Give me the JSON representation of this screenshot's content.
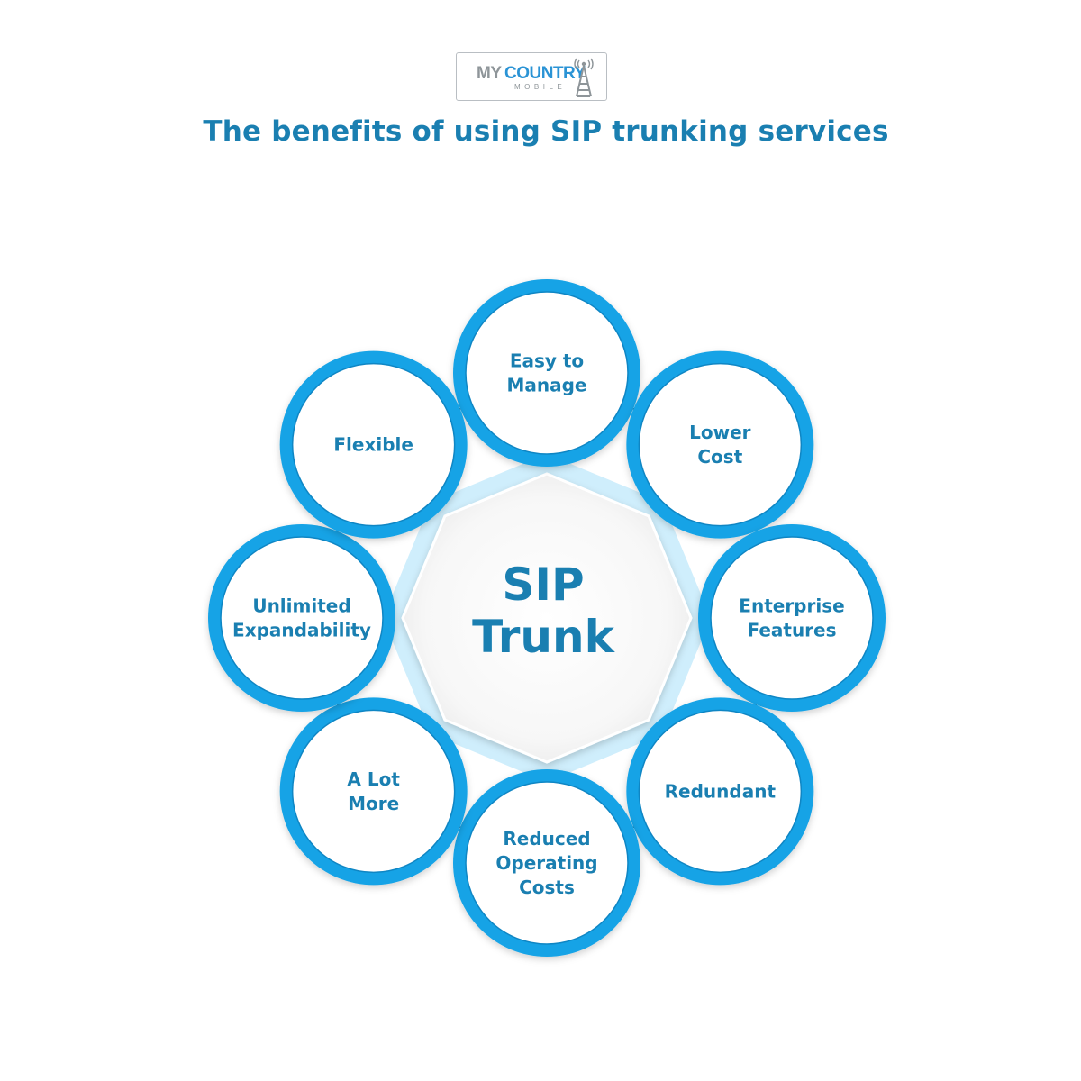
{
  "logo": {
    "word1": "MY",
    "word2": "COUNTRY",
    "word3": "MOBILE"
  },
  "title": "The benefits of using SIP trunking services",
  "colors": {
    "accent": "#1a7fb1",
    "ring": "#17a3e6",
    "hub_outer": "#cfeefc",
    "connector": "#222222",
    "dashed": "#555555"
  },
  "diagram": {
    "center": {
      "lines": [
        "SIP",
        "Trunk"
      ]
    },
    "nodes": [
      {
        "id": "easy-to-manage",
        "lines": [
          "Easy to",
          "Manage"
        ]
      },
      {
        "id": "lower-cost",
        "lines": [
          "Lower",
          "Cost"
        ]
      },
      {
        "id": "enterprise-features",
        "lines": [
          "Enterprise",
          "Features"
        ]
      },
      {
        "id": "redundant",
        "lines": [
          "Redundant"
        ]
      },
      {
        "id": "reduced-operating-costs",
        "lines": [
          "Reduced",
          "Operating",
          "Costs"
        ]
      },
      {
        "id": "a-lot-more",
        "lines": [
          "A Lot",
          "More"
        ]
      },
      {
        "id": "unlimited-expandability",
        "lines": [
          "Unlimited",
          "Expandability"
        ]
      },
      {
        "id": "flexible",
        "lines": [
          "Flexible"
        ]
      }
    ]
  }
}
